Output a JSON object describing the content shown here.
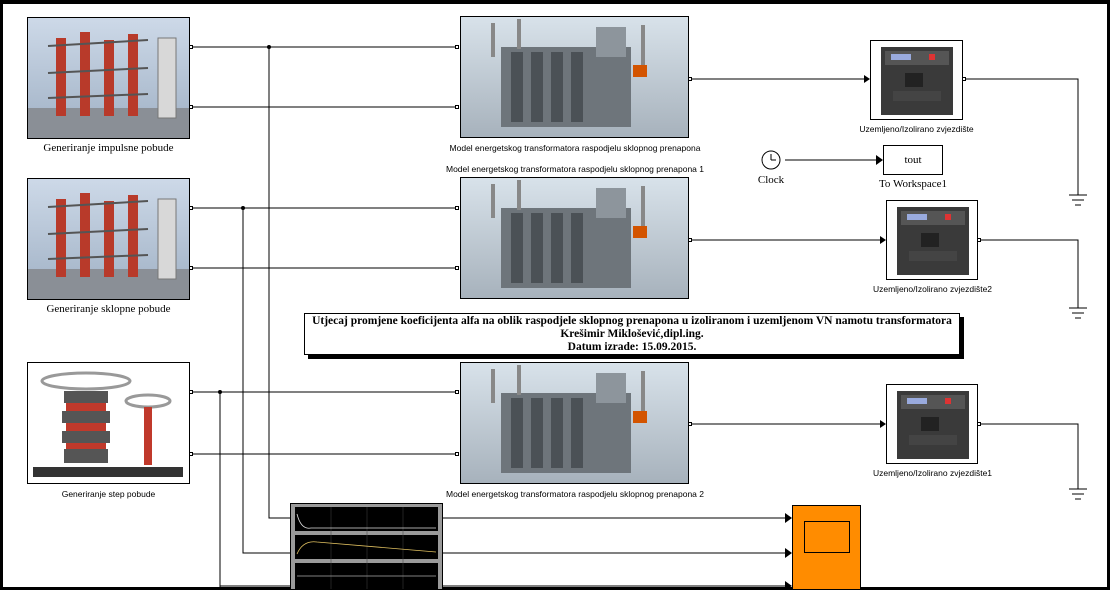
{
  "blocks": {
    "gen_impulse": "Generiranje impulsne pobude",
    "gen_switching": "Generiranje sklopne pobude",
    "gen_step": "Generiranje step pobude",
    "model1": "Model energetskog transformatora raspodjelu sklopnog prenapona",
    "model2": "Model energetskog transformatora raspodjelu sklopnog prenapona 1",
    "model3": "Model energetskog transformatora raspodjelu sklopnog prenapona 2",
    "breaker1": "Uzemljeno/Izolirano zvjezdište",
    "breaker2": "Uzemljeno/Izolirano zvjezdište2",
    "breaker3": "Uzemljeno/Izolirano zvjezdište1",
    "clock": "Clock",
    "to_workspace": "To Workspace1",
    "tout": "tout"
  },
  "annotation": {
    "line1": "Utjecaj promjene koeficijenta alfa na oblik raspodjele sklopnog prenapona u izoliranom i uzemljenom VN namotu transformatora",
    "line2": "Krešimir Miklošević,dipl.ing.",
    "line3": "Datum izrade: 15.09.2015."
  },
  "colors": {
    "scope": "#ff8c00",
    "coil": "#c0392b",
    "frame": "#000000"
  }
}
